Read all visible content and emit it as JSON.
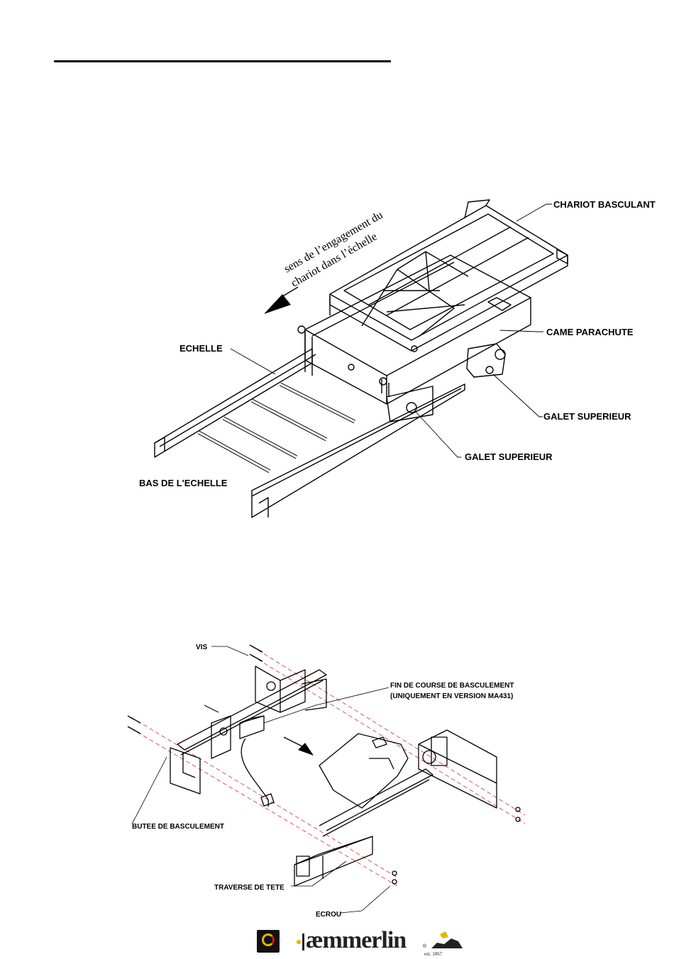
{
  "figure1": {
    "labels": {
      "chariot_basculant": "CHARIOT BASCULANT",
      "came_parachute": "CAME PARACHUTE",
      "galet_superieur_1": "GALET SUPERIEUR",
      "galet_superieur_2": "GALET SUPERIEUR",
      "echelle": "ECHELLE",
      "bas_echelle": "BAS DE L'ECHELLE"
    },
    "direction_text": {
      "line1": "sens de l’engagement du",
      "line2": "chariot dans l’échelle"
    }
  },
  "figure2": {
    "labels": {
      "vis": "VIS",
      "fin_de_course_1": "FIN DE COURSE DE BASCULEMENT",
      "fin_de_course_2": "(UNIQUEMENT EN VERSION MA431)",
      "butee": "BUTEE DE BASCULEMENT",
      "traverse": "TRAVERSE DE TETE",
      "ecrou": "ECROU"
    }
  },
  "footer": {
    "brand": "æmmerlin",
    "registered": "®",
    "established": "est. 1867"
  },
  "colors": {
    "ink": "#000000",
    "dash_red": "#e04040",
    "logo_yellow": "#e8b400",
    "logo_red": "#d01818"
  }
}
